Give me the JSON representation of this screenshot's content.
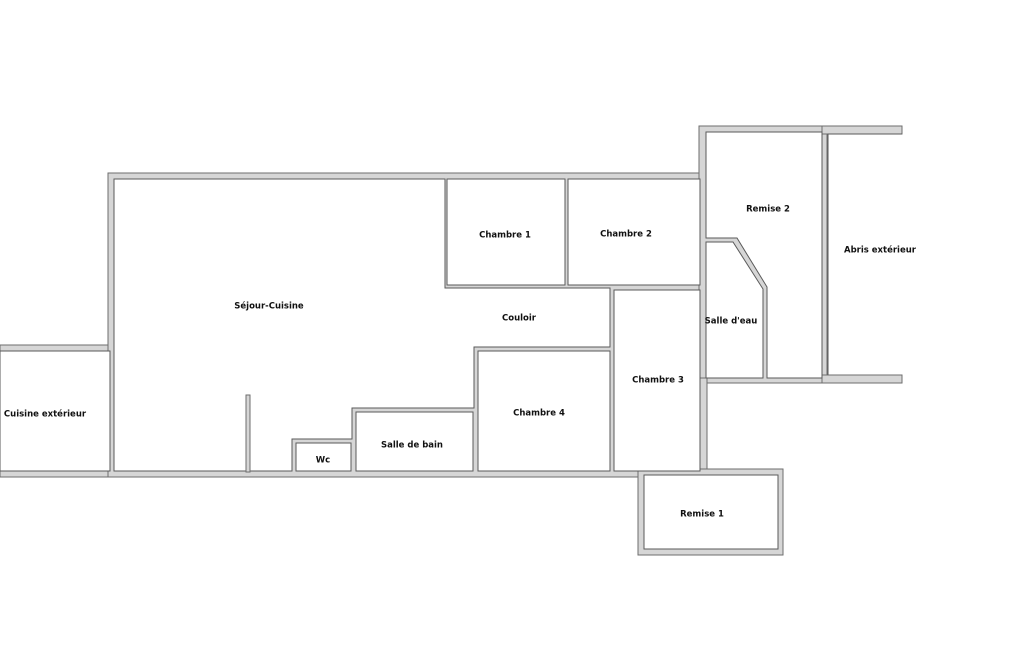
{
  "rooms": {
    "cuisine_exterieur": "Cuisine extérieur",
    "sejour_cuisine": "Séjour-Cuisine",
    "couloir": "Couloir",
    "chambre_1": "Chambre 1",
    "chambre_2": "Chambre 2",
    "chambre_3": "Chambre 3",
    "chambre_4": "Chambre 4",
    "salle_de_bain": "Salle de bain",
    "wc": "Wc",
    "remise_1": "Remise 1",
    "remise_2": "Remise 2",
    "salle_deau": "Salle d'eau",
    "abris_exterieur": "Abris extérieur"
  },
  "colors": {
    "wall": "#d6d6d6",
    "outline": "#5a5a5a"
  }
}
